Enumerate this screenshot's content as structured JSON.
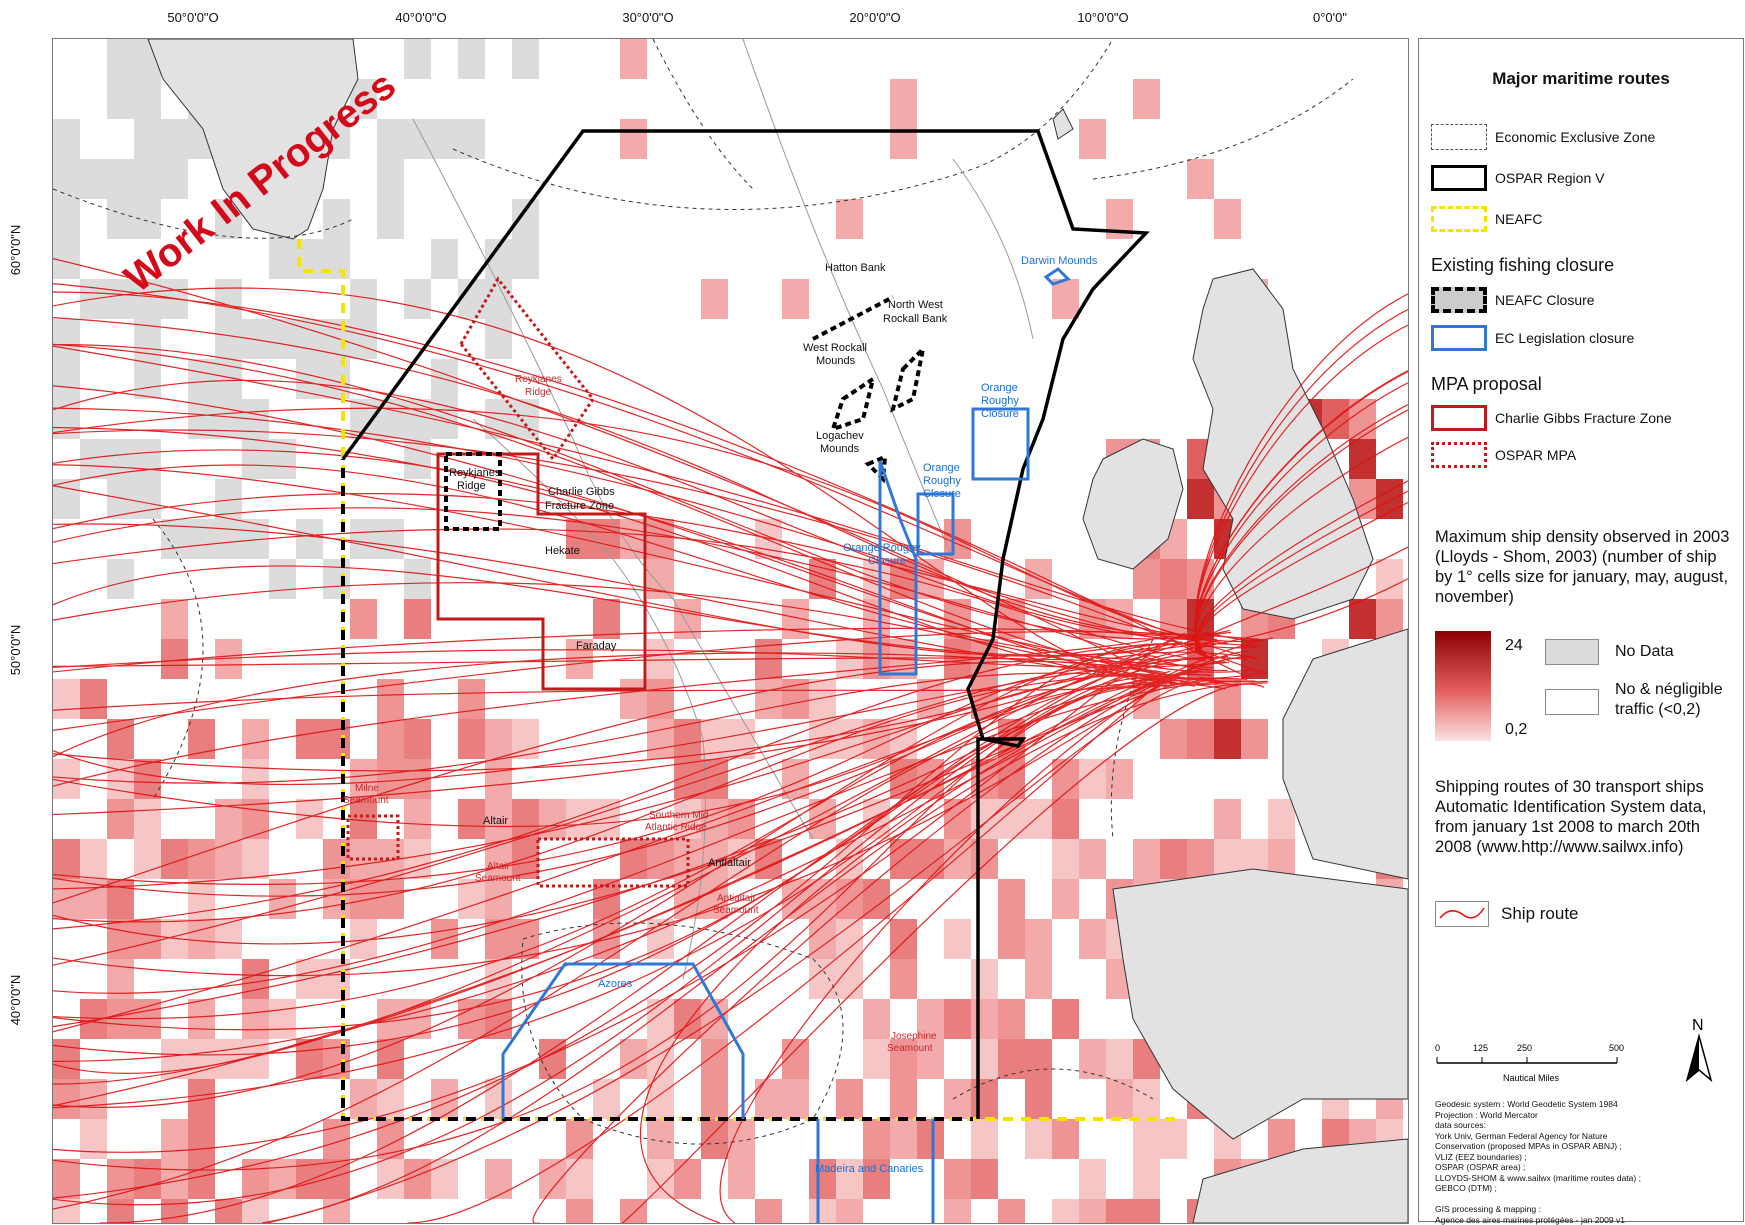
{
  "axes": {
    "longitude_ticks": [
      "50°0'0\"O",
      "40°0'0\"O",
      "30°0'0\"O",
      "20°0'0\"O",
      "10°0'0\"O",
      "0°0'0\""
    ],
    "latitude_ticks": [
      "60°0'0\"N",
      "50°0'0\"N",
      "40°0'0\"N"
    ]
  },
  "watermark": "Work In Progress",
  "map_labels": {
    "darwin_mounds": "Darwin Mounds",
    "hatton_bank": "Hatton Bank",
    "nw_rockall_1": "North West",
    "nw_rockall_2": "Rockall Bank",
    "west_rockall_1": "West Rockall",
    "west_rockall_2": "Mounds",
    "logachev_1": "Logachev",
    "logachev_2": "Mounds",
    "orange_roughy_a1": "Orange",
    "orange_roughy_a2": "Roughy",
    "orange_roughy_a3": "Closure",
    "orange_roughy_b1": "Orange",
    "orange_roughy_b2": "Roughy",
    "orange_roughy_b3": "Closure",
    "orange_roughy_c1": "Orange Roughy",
    "orange_roughy_c2": "Closure",
    "reykjanes_mpa_1": "Reykjanes",
    "reykjanes_mpa_2": "Ridge",
    "reykjanes_closure_1": "Reykjanes",
    "reykjanes_closure_2": "Ridge",
    "cgfz_1": "Charlie Gibbs",
    "cgfz_2": "Fracture Zone",
    "hekate": "Hekate",
    "faraday": "Faraday",
    "milne_1": "Milne",
    "milne_2": "Seamount",
    "altair": "Altair",
    "altair_sm_1": "Altair",
    "altair_sm_2": "Seamount",
    "smar_1": "Southern Mid",
    "smar_2": "Atlantic Ridge",
    "antialtair": "Antialtair",
    "antialtair_sm_1": "Antialtair",
    "antialtair_sm_2": "Seamount",
    "azores": "Azores",
    "josephine_1": "Josephine",
    "josephine_2": "Seamount",
    "madeira": "Madeira and Canaries"
  },
  "legend": {
    "title": "Major maritime routes",
    "items": [
      {
        "label": "Economic Exclusive Zone"
      },
      {
        "label": "OSPAR Region V"
      },
      {
        "label": "NEAFC"
      }
    ],
    "section_fishing": "Existing fishing closure",
    "fishing_items": [
      {
        "label": "NEAFC Closure"
      },
      {
        "label": "EC Legislation closure"
      }
    ],
    "section_mpa": "MPA proposal",
    "mpa_items": [
      {
        "label": "Charlie Gibbs Fracture Zone"
      },
      {
        "label": "OSPAR MPA"
      }
    ],
    "density_text": "Maximum ship density observed in 2003 (Lloyds - Shom, 2003) (number of ship by 1° cells size for january, may, august, november)",
    "density_max": "24",
    "density_min": "0,2",
    "no_data": "No Data",
    "no_traffic_1": "No & négligible",
    "no_traffic_2": "traffic (<0,2)",
    "routes_text": "Shipping routes of 30 transport ships Automatic Identification System data, from january 1st 2008 to march 20th 2008 (www.http://www.sailwx.info)",
    "ship_route": "Ship route",
    "scale_ticks": [
      "0",
      "125",
      "250",
      "500"
    ],
    "scale_unit": "Nautical Miles",
    "north": "N",
    "credits": [
      "Geodesic system : World Geodetic System 1984",
      "Projection : World Mercator",
      "data sources:",
      "York Univ, German Federal Agency for Nature",
      "Conservation (proposed MPAs in OSPAR ABNJ) ;",
      "VLIZ (EEZ boundaries) ;",
      "OSPAR (OSPAR area) ;",
      "LLOYDS-SHOM & www.sailwx (maritime routes data) ;",
      "GEBCO (DTM) ;",
      "",
      "GIS processing & mapping :",
      "Agence des aires marines protégées - jan 2009 v1"
    ]
  },
  "colors": {
    "route": "#e01010",
    "ospar": "#000000",
    "neafc": "#f4e400",
    "ec_closure": "#2f78d6",
    "mpa": "#c01a1a",
    "land": "#e2e2e2",
    "no_data": "#dcdcdc",
    "density_high": "#8b0000",
    "density_low": "#fbe3e3"
  }
}
